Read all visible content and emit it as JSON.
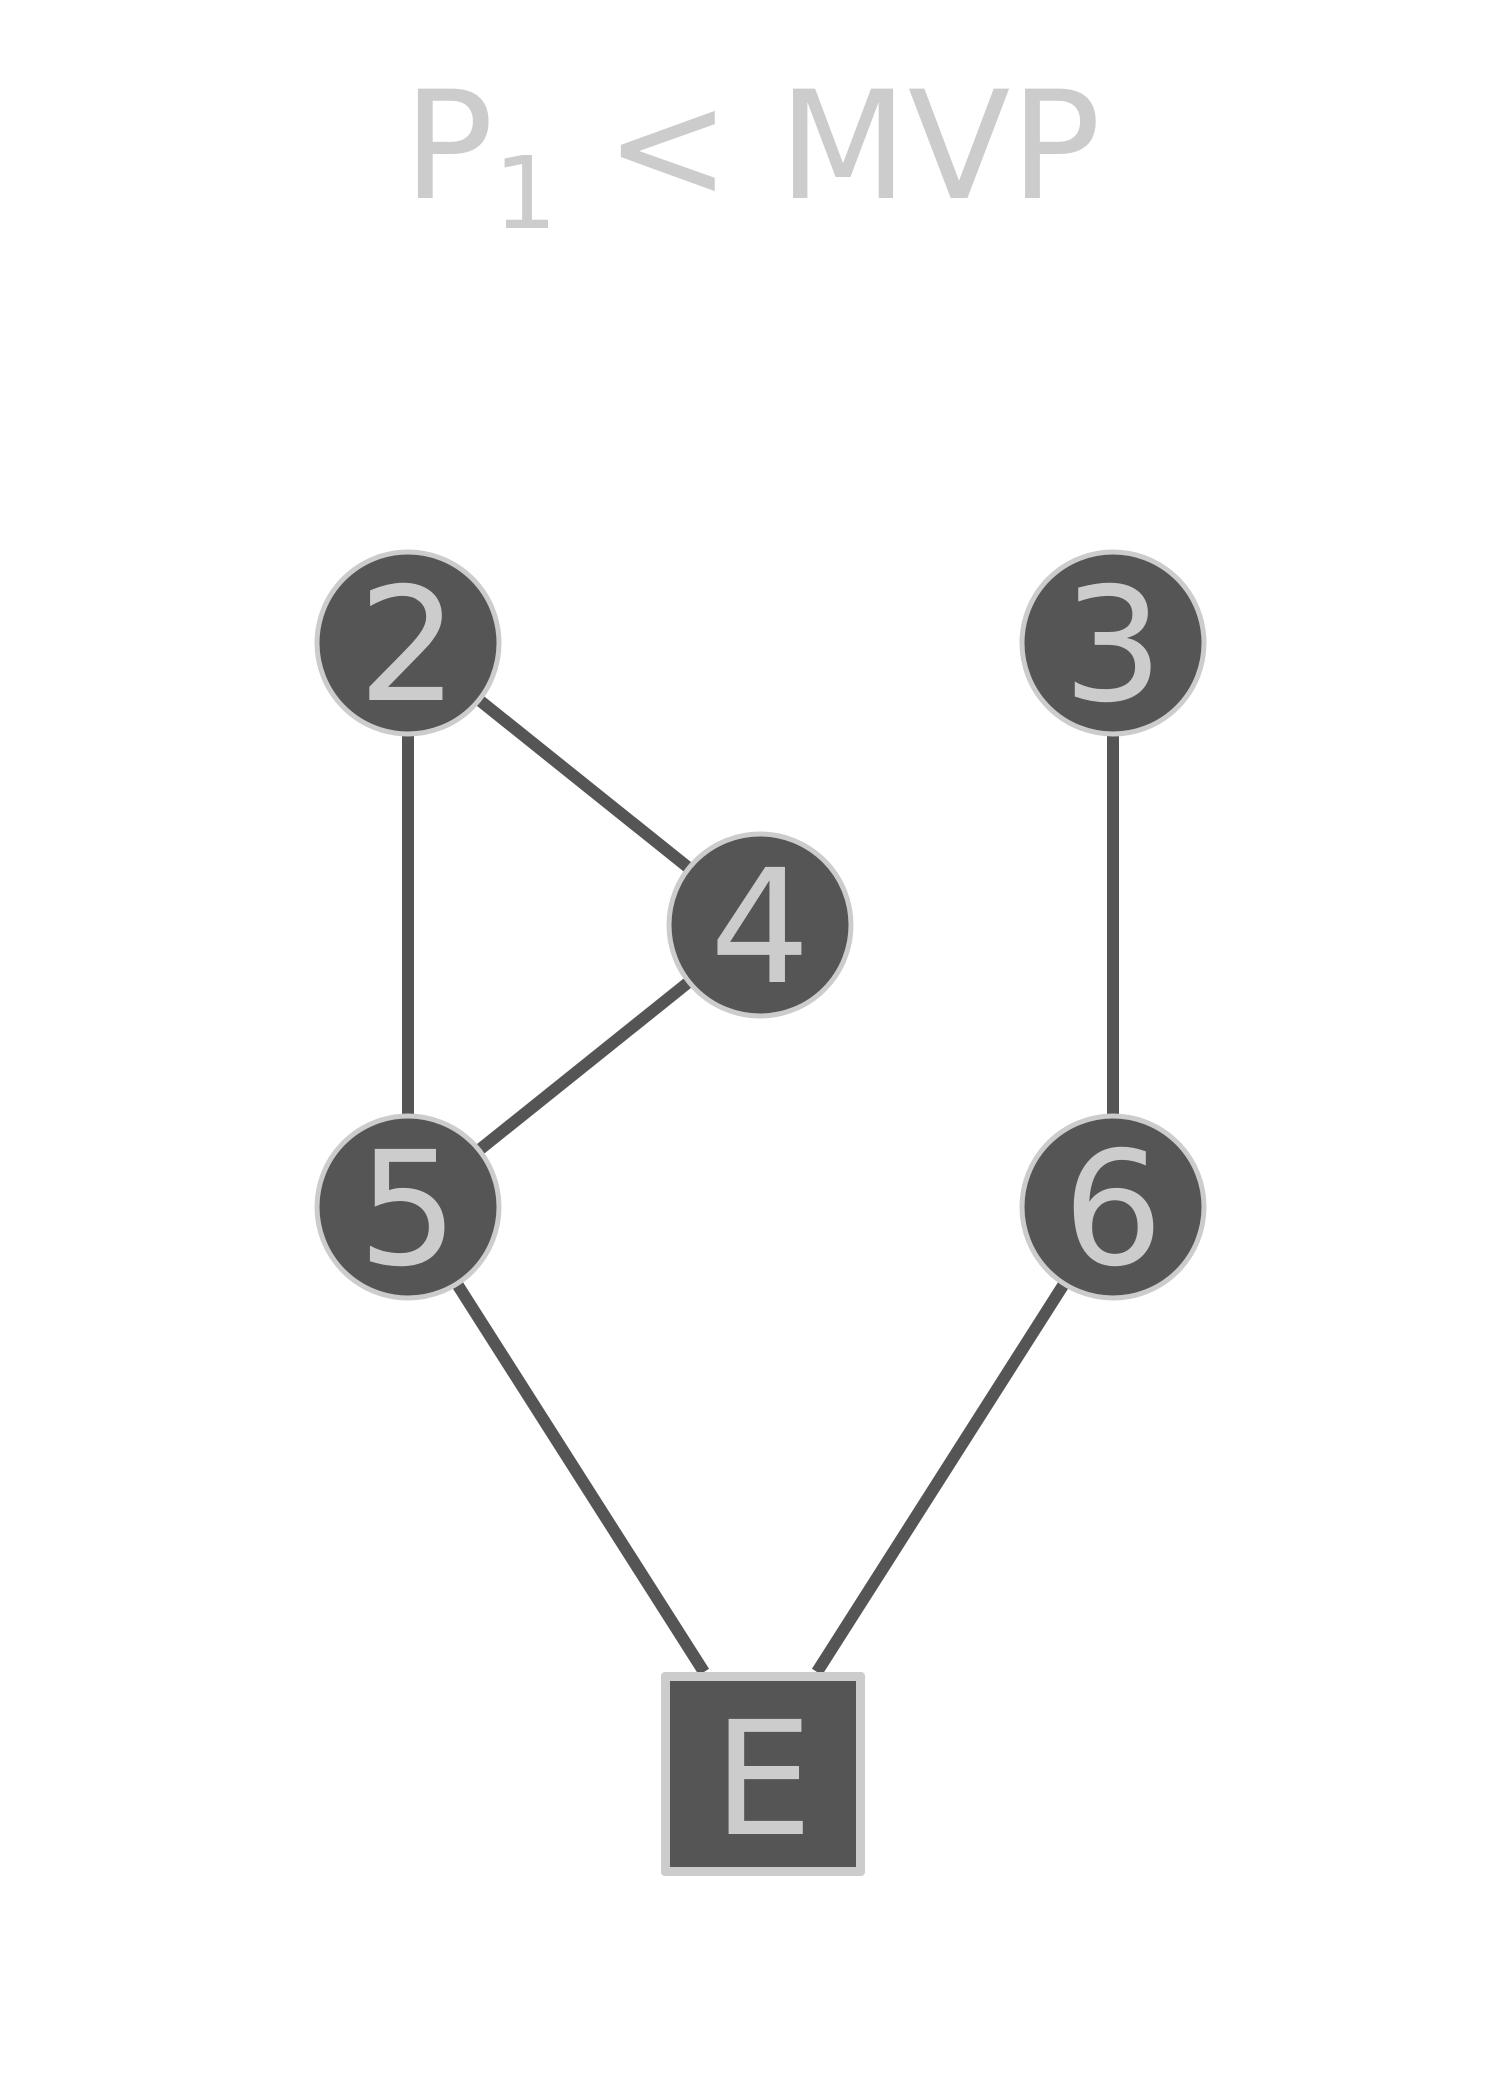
{
  "title": {
    "main": "P",
    "subscript": "1",
    "rest": " < MVP"
  },
  "colors": {
    "background": "#ffffff",
    "node_fill": "#555555",
    "node_stroke": "#cccccc",
    "label": "#cccccc",
    "edge": "#555555",
    "title": "#cccccc"
  },
  "nodes": [
    {
      "id": "n2",
      "label": "2",
      "shape": "circle"
    },
    {
      "id": "n3",
      "label": "3",
      "shape": "circle"
    },
    {
      "id": "n4",
      "label": "4",
      "shape": "circle"
    },
    {
      "id": "n5",
      "label": "5",
      "shape": "circle"
    },
    {
      "id": "n6",
      "label": "6",
      "shape": "circle"
    },
    {
      "id": "nE",
      "label": "E",
      "shape": "square"
    }
  ],
  "edges": [
    {
      "from": "n2",
      "to": "n4"
    },
    {
      "from": "n2",
      "to": "n5"
    },
    {
      "from": "n4",
      "to": "n5"
    },
    {
      "from": "n3",
      "to": "n6"
    },
    {
      "from": "n5",
      "to": "nE"
    },
    {
      "from": "n6",
      "to": "nE"
    }
  ]
}
